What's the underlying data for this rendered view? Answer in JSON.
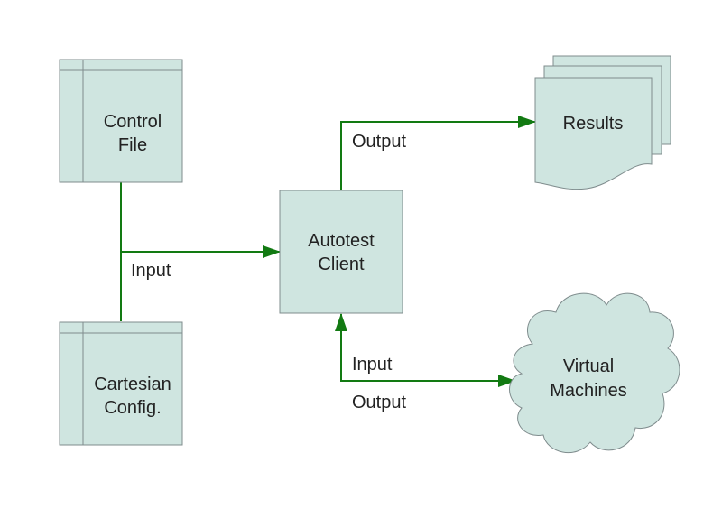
{
  "colors": {
    "node_fill": "#cfe5e0",
    "node_stroke": "#7f8c8d",
    "edge": "#127a12",
    "text": "#222222",
    "background": "#ffffff"
  },
  "nodes": {
    "control_file": {
      "line1": "Control",
      "line2": "File",
      "shape": "internal-storage"
    },
    "cartesian_config": {
      "line1": "Cartesian",
      "line2": "Config.",
      "shape": "internal-storage"
    },
    "autotest_client": {
      "line1": "Autotest",
      "line2": "Client",
      "shape": "process"
    },
    "results": {
      "label": "Results",
      "shape": "multi-document"
    },
    "virtual_machines": {
      "line1": "Virtual",
      "line2": "Machines",
      "shape": "cloud"
    }
  },
  "edges": {
    "config_to_client": {
      "label": "Input"
    },
    "client_to_results": {
      "label": "Output"
    },
    "vm_to_client": {
      "label": "Input"
    },
    "client_to_vm": {
      "label": "Output"
    }
  }
}
